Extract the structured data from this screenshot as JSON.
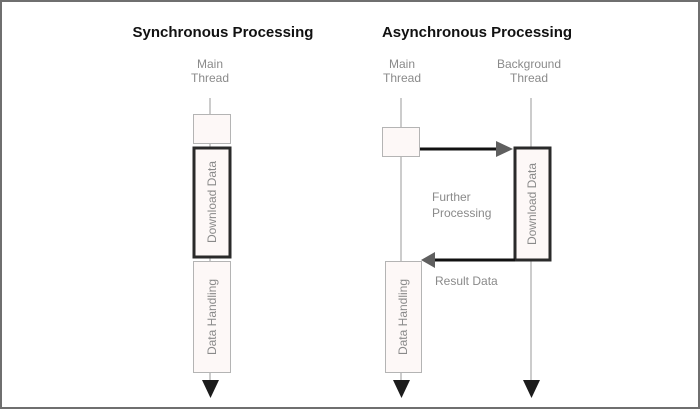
{
  "sync": {
    "title": "Synchronous Processing",
    "lanes": [
      {
        "line1": "Main",
        "line2": "Thread"
      }
    ],
    "boxes": {
      "download": "Download Data",
      "handling": "Data Handling"
    }
  },
  "async": {
    "title": "Asynchronous Processing",
    "lanes": [
      {
        "line1": "Main",
        "line2": "Thread"
      },
      {
        "line1": "Background",
        "line2": "Thread"
      }
    ],
    "boxes": {
      "download": "Download Data",
      "handling": "Data Handling"
    },
    "notes": {
      "further_line1": "Further",
      "further_line2": "Processing",
      "result": "Result Data"
    }
  },
  "colors": {
    "lifeline": "#9a9a9a",
    "box_fill": "#fdf8f7",
    "box_border": "#b4b4b4",
    "bold_border": "#2a2a2a",
    "arrow_line": "#111111",
    "arrow_head": "#5f5f5f",
    "end_arrow": "#1c1c1c",
    "frame": "#6f6f6f"
  }
}
